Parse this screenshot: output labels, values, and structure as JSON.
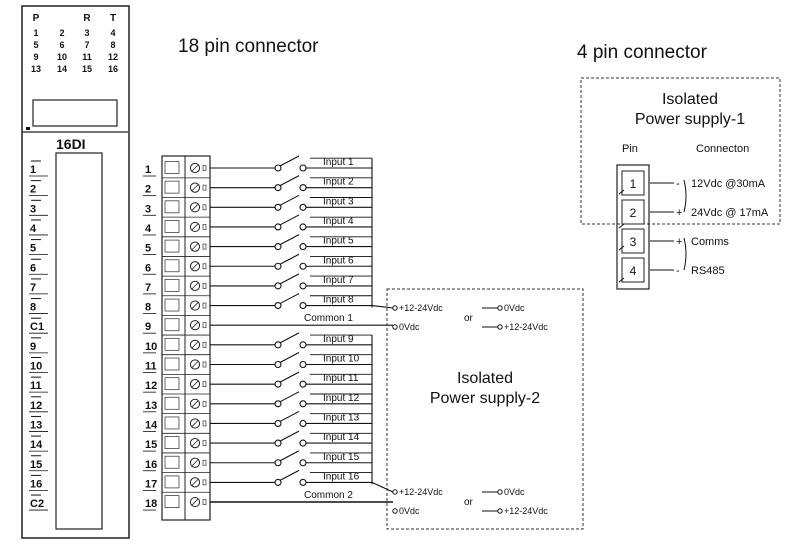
{
  "headings": {
    "pin18": "18 pin connector",
    "pin4": "4 pin connector"
  },
  "module": {
    "led_header": [
      "P",
      "",
      "R",
      "T"
    ],
    "led_grid": [
      [
        "1",
        "2",
        "3",
        "4"
      ],
      [
        "5",
        "6",
        "7",
        "8"
      ],
      [
        "9",
        "10",
        "11",
        "12"
      ],
      [
        "13",
        "14",
        "15",
        "16"
      ]
    ],
    "model": "16DI",
    "side_labels": [
      "1",
      "2",
      "3",
      "4",
      "5",
      "6",
      "7",
      "8",
      "C1",
      "9",
      "10",
      "11",
      "12",
      "13",
      "14",
      "15",
      "16",
      "C2"
    ]
  },
  "terminal_numbers": [
    "1",
    "2",
    "3",
    "4",
    "5",
    "6",
    "7",
    "8",
    "9",
    "10",
    "11",
    "12",
    "13",
    "14",
    "15",
    "16",
    "17",
    "18"
  ],
  "inputs": [
    "Input 1",
    "Input 2",
    "Input 3",
    "Input 4",
    "Input 5",
    "Input 6",
    "Input 7",
    "Input 8",
    "Input 9",
    "Input 10",
    "Input 11",
    "Input 12",
    "Input 13",
    "Input 14",
    "Input 15",
    "Input 16"
  ],
  "commons": [
    "Common 1",
    "Common 2"
  ],
  "power_supply_2": {
    "title_line1": "Isolated",
    "title_line2": "Power supply-2",
    "top_left_a": "+12-24Vdc",
    "top_left_b": "0Vdc",
    "top_right_a": "0Vdc",
    "top_right_b": "+12-24Vdc",
    "or_label": "or",
    "bottom_left_a": "+12-24Vdc",
    "bottom_left_b": "0Vdc",
    "bottom_right_a": "0Vdc",
    "bottom_right_b": "+12-24Vdc"
  },
  "power_supply_1": {
    "title_line1": "Isolated",
    "title_line2": "Power supply-1",
    "col_pin": "Pin",
    "col_conn": "Connecton",
    "pins": [
      "1",
      "2",
      "3",
      "4"
    ],
    "labels": [
      "12Vdc @30mA",
      "24Vdc @ 17mA",
      "Comms",
      "RS485"
    ],
    "signs": [
      "-",
      "+",
      "+",
      "-"
    ]
  }
}
